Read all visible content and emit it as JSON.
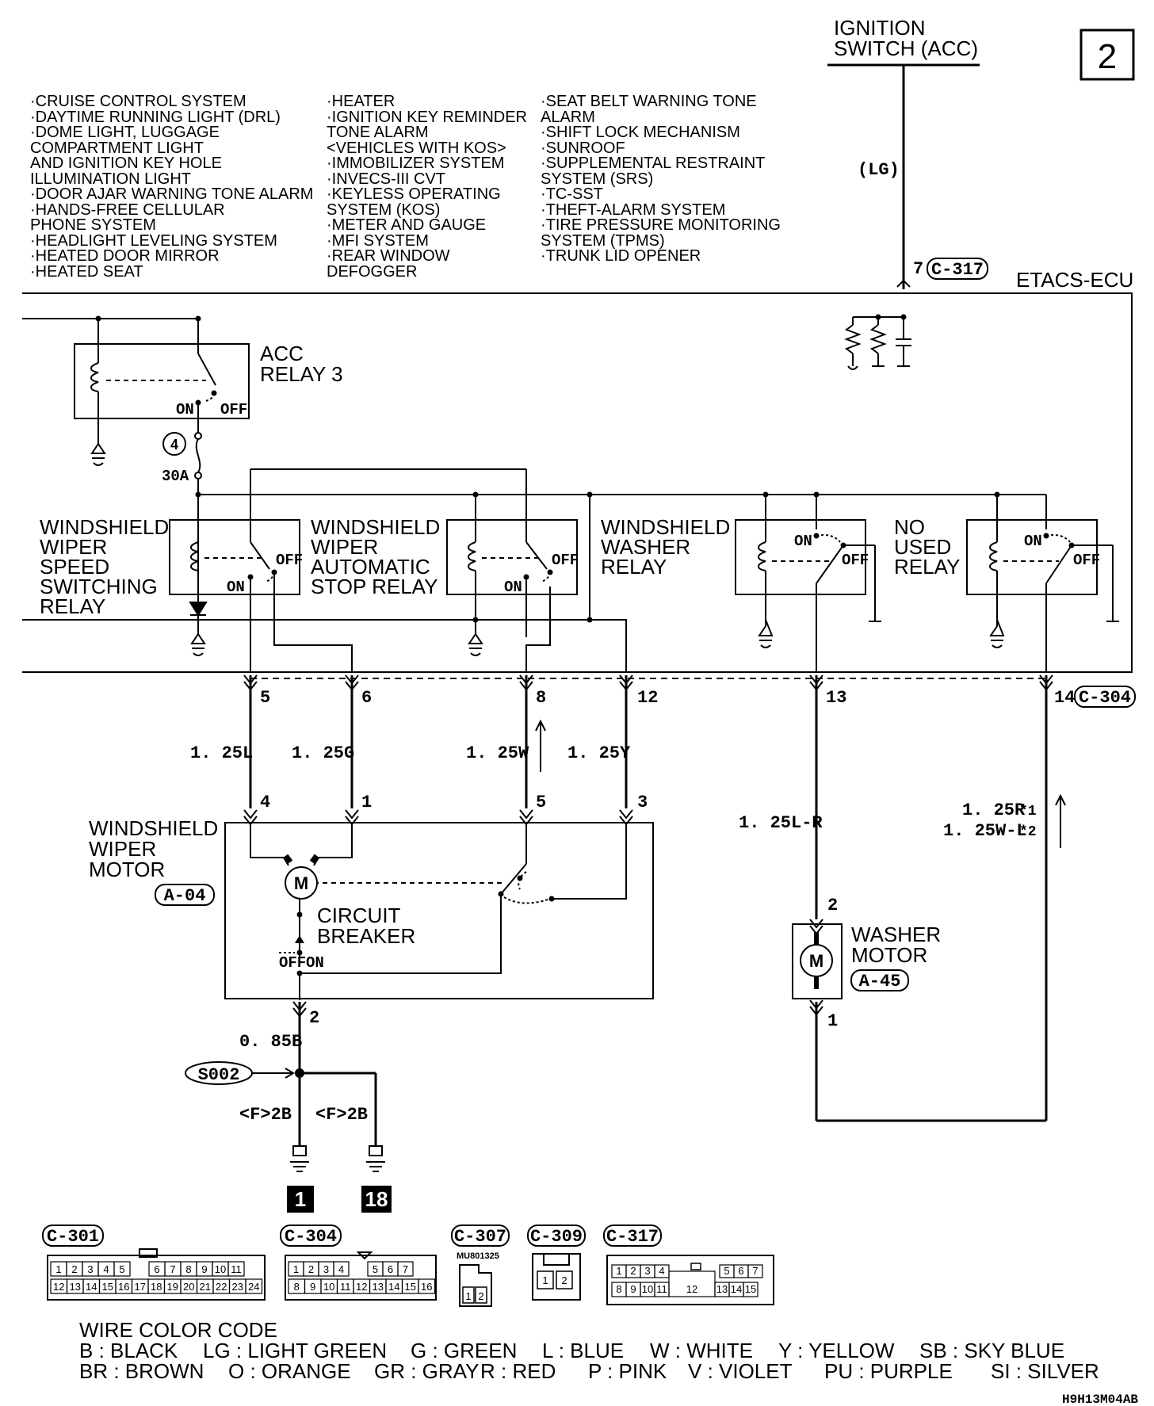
{
  "page_number": "2",
  "footer_code": "H9H13M04AB",
  "ignition": {
    "line1": "IGNITION",
    "line2": "SWITCH (ACC)",
    "wire": "(LG)",
    "pin": "7",
    "connector": "C-317"
  },
  "ecu_name": "ETACS-ECU",
  "systems": {
    "col1": [
      "·CRUISE CONTROL SYSTEM",
      "·DAYTIME RUNNING LIGHT (DRL)",
      "·DOME LIGHT, LUGGAGE",
      " COMPARTMENT LIGHT",
      " AND IGNITION KEY HOLE",
      " ILLUMINATION LIGHT",
      "·DOOR AJAR WARNING TONE ALARM",
      "·HANDS-FREE CELLULAR",
      " PHONE SYSTEM",
      "·HEADLIGHT LEVELING SYSTEM",
      "·HEATED DOOR MIRROR",
      "·HEATED SEAT"
    ],
    "col2": [
      "·HEATER",
      "·IGNITION KEY REMINDER",
      " TONE ALARM",
      " <VEHICLES WITH KOS>",
      "·IMMOBILIZER SYSTEM",
      "·INVECS-III CVT",
      "·KEYLESS OPERATING",
      " SYSTEM (KOS)",
      "·METER AND GAUGE",
      "·MFI SYSTEM",
      "·REAR WINDOW",
      " DEFOGGER"
    ],
    "col3": [
      "·SEAT BELT WARNING TONE",
      " ALARM",
      "·SHIFT LOCK MECHANISM",
      "·SUNROOF",
      "·SUPPLEMENTAL RESTRAINT",
      " SYSTEM (SRS)",
      "·TC-SST",
      "·THEFT-ALARM SYSTEM",
      "·TIRE PRESSURE MONITORING",
      " SYSTEM (TPMS)",
      "·TRUNK LID OPENER"
    ]
  },
  "acc_relay": {
    "line1": "ACC",
    "line2": "RELAY 3",
    "on": "ON",
    "off": "OFF"
  },
  "fuse": {
    "number": "4",
    "rating": "30A"
  },
  "relays": {
    "speed": [
      "WINDSHIELD",
      "WIPER",
      "SPEED",
      "SWITCHING",
      "RELAY"
    ],
    "auto_stop": [
      "WINDSHIELD",
      "WIPER",
      "AUTOMATIC",
      "STOP RELAY"
    ],
    "washer": [
      "WINDSHIELD",
      "WASHER",
      "RELAY"
    ],
    "unused": [
      "NO",
      "USED",
      "RELAY"
    ],
    "on": "ON",
    "off": "OFF"
  },
  "ecu_pins": {
    "p5": "5",
    "p6": "6",
    "p8": "8",
    "p12": "12",
    "p13": "13",
    "p14": "14",
    "connector": "C-304"
  },
  "wires": {
    "w5": "1. 25L",
    "w6": "1. 25G",
    "w8": "1. 25W",
    "w12": "1. 25Y",
    "w13": "1. 25L-R",
    "w14a": "1. 25R",
    "w14b": "1. 25W-L",
    "note1": "*1",
    "note2": "*2",
    "ground": "0. 85B",
    "g1": "<F>2B",
    "g2": "<F>2B"
  },
  "wiper_motor": {
    "name": [
      "WINDSHIELD",
      "WIPER",
      "MOTOR"
    ],
    "connector": "A-04",
    "pins": {
      "p4": "4",
      "p1": "1",
      "p5": "5",
      "p3": "3",
      "p2": "2"
    },
    "breaker": [
      "CIRCUIT",
      "BREAKER"
    ],
    "off": "OFF",
    "on": "ON"
  },
  "washer_motor": {
    "name": [
      "WASHER",
      "MOTOR"
    ],
    "connector": "A-45",
    "pin2": "2",
    "pin1": "1"
  },
  "splice": "S002",
  "grounds": {
    "g1": "1",
    "g2": "18"
  },
  "connectors": {
    "c301": {
      "name": "C-301",
      "row1": [
        "1",
        "2",
        "3",
        "4",
        "5",
        "6",
        "7",
        "8",
        "9",
        "10",
        "11"
      ],
      "row2": [
        "12",
        "13",
        "14",
        "15",
        "16",
        "17",
        "18",
        "19",
        "20",
        "21",
        "22",
        "23",
        "24"
      ]
    },
    "c304": {
      "name": "C-304",
      "row1": [
        "1",
        "2",
        "3",
        "4",
        "5",
        "6",
        "7"
      ],
      "row2": [
        "8",
        "9",
        "10",
        "11",
        "12",
        "13",
        "14",
        "15",
        "16"
      ]
    },
    "c307": {
      "name": "C-307",
      "part": "MU801325",
      "pins": [
        "1",
        "2"
      ]
    },
    "c309": {
      "name": "C-309",
      "pins": [
        "1",
        "2"
      ]
    },
    "c317": {
      "name": "C-317",
      "row1": [
        "1",
        "2",
        "3",
        "4",
        "5",
        "6",
        "7"
      ],
      "row2": [
        "8",
        "9",
        "10",
        "11",
        "12",
        "13",
        "14",
        "15"
      ]
    }
  },
  "color_code": {
    "title": "WIRE COLOR CODE",
    "row1": [
      "B : BLACK",
      "LG : LIGHT GREEN",
      "G : GREEN",
      "L : BLUE",
      "W : WHITE",
      "Y : YELLOW",
      "SB : SKY BLUE"
    ],
    "row2": [
      "BR : BROWN",
      "O : ORANGE",
      "GR : GRAY",
      "R : RED",
      "P : PINK",
      "V : VIOLET",
      "PU : PURPLE",
      "SI : SILVER"
    ]
  }
}
